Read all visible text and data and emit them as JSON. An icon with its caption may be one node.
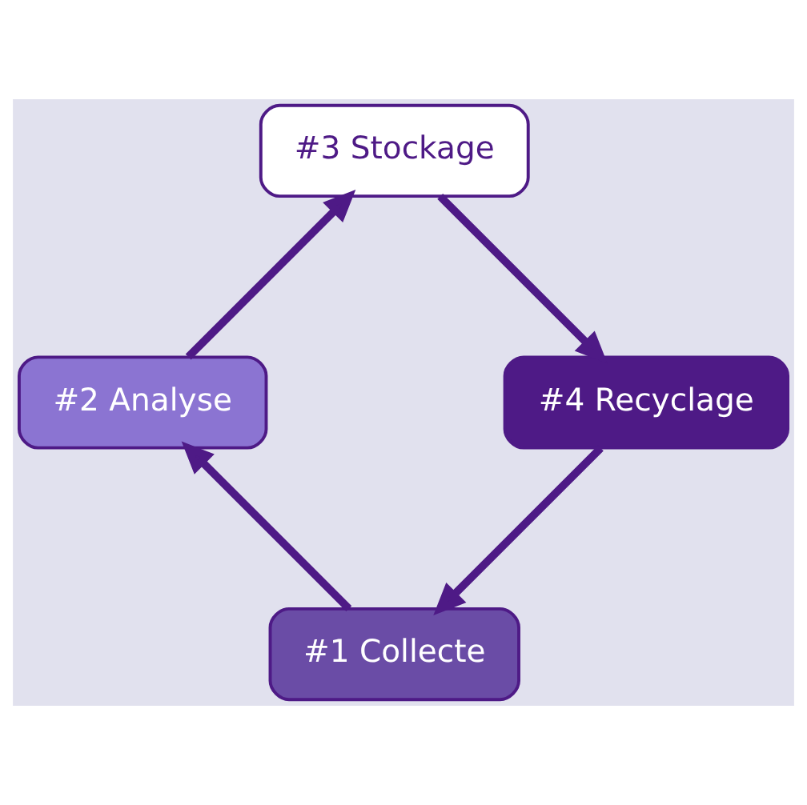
{
  "diagram": {
    "nodes": [
      {
        "text": [
          "#1 Collecte"
        ]
      },
      {
        "text": [
          "#2 Analyse"
        ]
      },
      {
        "text": [
          "#3 Stockage"
        ]
      },
      {
        "text": [
          "#4 Recyclage"
        ]
      }
    ],
    "edges": [
      {
        "from": 0,
        "to": 1,
        "arrow": "to"
      },
      {
        "from": 1,
        "to": 2,
        "arrow": "to"
      },
      {
        "from": 2,
        "to": 3,
        "arrow": "to"
      },
      {
        "from": 3,
        "to": 0,
        "arrow": "to"
      }
    ]
  }
}
